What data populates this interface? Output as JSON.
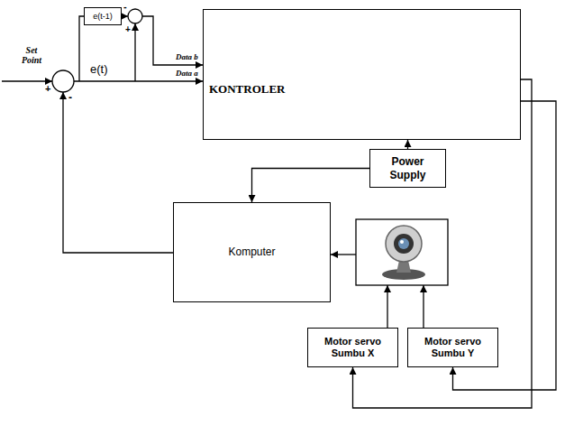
{
  "diagram": {
    "nodes": [
      {
        "text": [
          "e(t-1)"
        ]
      },
      {
        "text": [
          "KONTROLER"
        ]
      },
      {
        "text": [
          "Power Supply"
        ]
      },
      {
        "text": [
          "Komputer"
        ]
      },
      {
        "text": [
          "Motor servo Sumbu X"
        ]
      },
      {
        "text": [
          "Motor servo Sumbu Y"
        ]
      }
    ],
    "edges": [
      {
        "from": 2,
        "to": 1,
        "arrow": "to"
      },
      {
        "from": 2,
        "to": 3,
        "arrow": "to"
      },
      {
        "from": 1,
        "to": 4,
        "arrow": "to"
      },
      {
        "from": 1,
        "to": 5,
        "arrow": "to"
      }
    ],
    "labels": [
      "Set Point",
      "+",
      "-",
      "e(t)",
      "Data b",
      "Data a",
      "-",
      "+"
    ]
  }
}
